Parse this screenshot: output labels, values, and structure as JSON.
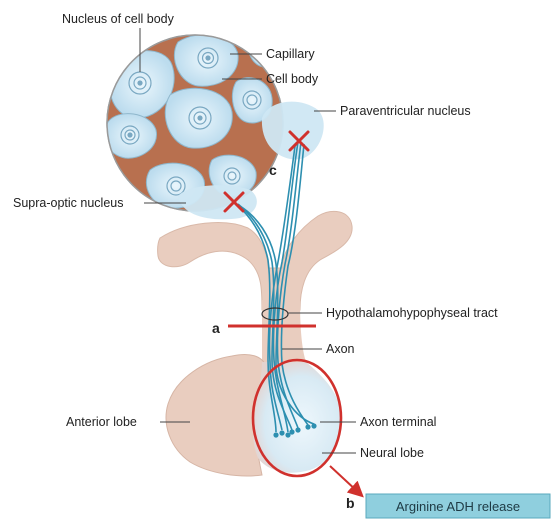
{
  "labels": {
    "nucleus_of_cell_body": "Nucleus of cell body",
    "capillary": "Capillary",
    "cell_body": "Cell body",
    "paraventricular_nucleus": "Paraventricular nucleus",
    "supra_optic_nucleus": "Supra-optic nucleus",
    "hypothalamohypophyseal_tract": "Hypothalamohypophyseal tract",
    "axon": "Axon",
    "anterior_lobe": "Anterior lobe",
    "axon_terminal": "Axon terminal",
    "neural_lobe": "Neural lobe",
    "arginine_adh_release": "Arginine ADH release"
  },
  "markers": {
    "a": "a",
    "b": "b",
    "c": "c"
  },
  "colors": {
    "tissue": "#e9cdbf",
    "tissue_edge": "#d6b5a5",
    "nucleus_blue": "#c9e3f1",
    "axon": "#2d8fb0",
    "lesion": "#d0312d",
    "capillary": "#b8704f",
    "release_box": "#8fcfde"
  }
}
